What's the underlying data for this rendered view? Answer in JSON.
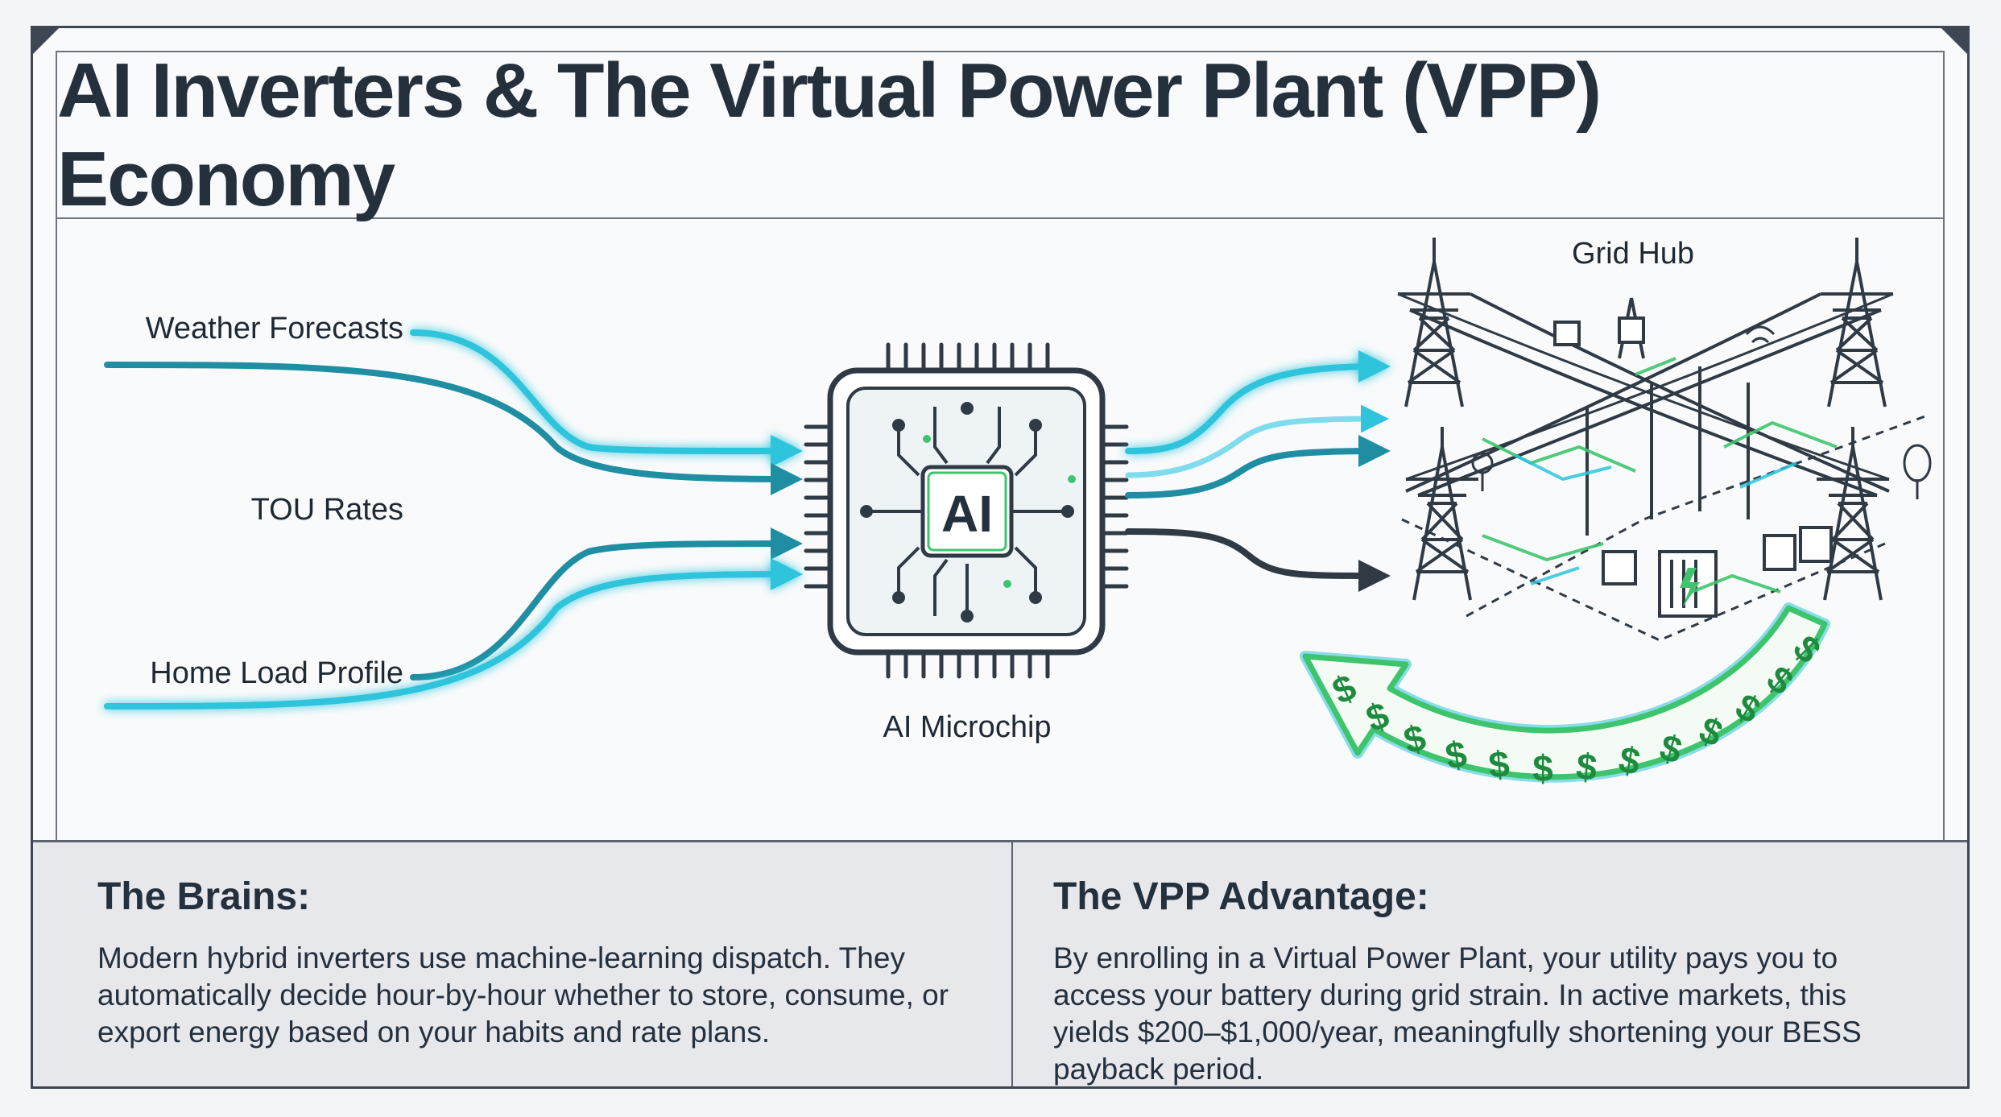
{
  "title": "AI Inverters & The Virtual Power Plant (VPP) Economy",
  "inputs": {
    "weather": "Weather Forecasts",
    "tou": "TOU Rates",
    "home_load": "Home Load Profile"
  },
  "chip": {
    "badge": "AI",
    "label": "AI Microchip"
  },
  "grid": {
    "label": "Grid Hub"
  },
  "money_symbol": "$",
  "panels": {
    "brains": {
      "heading": "The Brains:",
      "body": "Modern hybrid inverters use machine-learning dispatch. They automatically decide hour-by-hour whether to store, consume, or export energy based on your habits and rate plans."
    },
    "vpp": {
      "heading": "The VPP Advantage:",
      "body": "By enrolling in a Virtual Power Plant, your utility pays you to access your battery during grid strain. In active markets, this yields $200–$1,000/year, meaningfully shortening your BESS payback period."
    }
  },
  "colors": {
    "cyan": "#2ec4dc",
    "teal": "#1f8ea3",
    "dark": "#2f3a45",
    "green": "#3ec46d",
    "money_green": "#1e8a3e"
  }
}
